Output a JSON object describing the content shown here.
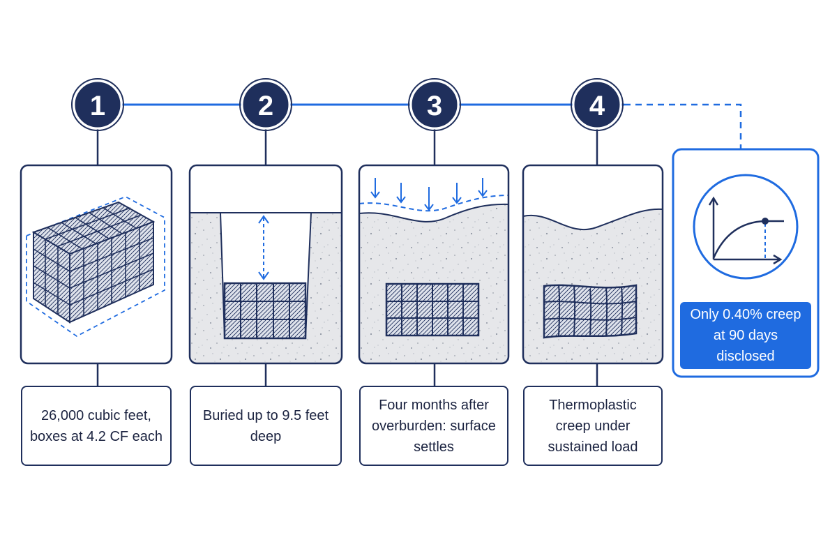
{
  "colors": {
    "navy": "#1f2f5c",
    "blue": "#1f6be0",
    "soil": "#e6e7ea",
    "white": "#ffffff"
  },
  "steps": [
    {
      "number": "1",
      "caption": "26,000 cubic feet, boxes at 4.2 CF each"
    },
    {
      "number": "2",
      "caption": "Buried up to 9.5 feet deep"
    },
    {
      "number": "3",
      "caption": "Four months after overburden: surface settles"
    },
    {
      "number": "4",
      "caption": "Thermoplastic creep under sustained load"
    }
  ],
  "callout": {
    "text": "Only 0.40% creep at 90 days disclosed",
    "icon": "creep-curve-graph-icon"
  },
  "icons": [
    "stacked-storage-crates-icon",
    "buried-trench-crate-icon",
    "settling-surface-load-icon",
    "deformed-crate-creep-icon"
  ]
}
